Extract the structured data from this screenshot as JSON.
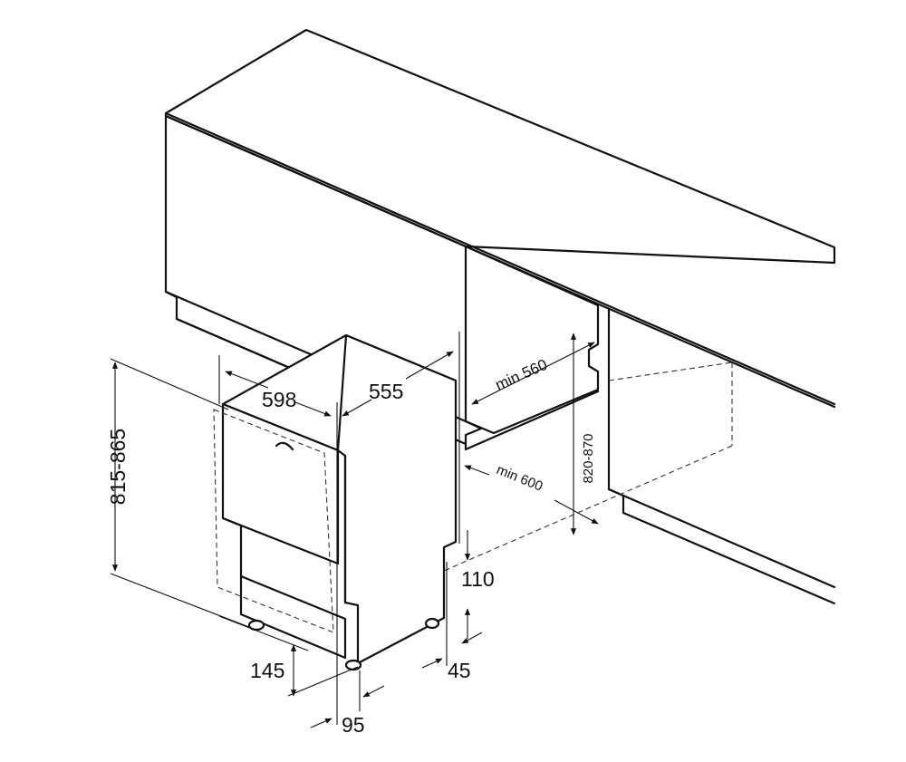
{
  "dimensions": {
    "height_range": "815-865",
    "width": "598",
    "depth": "555",
    "niche_width_min": "min 560",
    "niche_depth_min": "min 600",
    "niche_height_range": "820-870",
    "plinth_height": "110",
    "plinth_setback": "45",
    "front_foot_height": "145",
    "front_foot_offset": "95"
  },
  "colors": {
    "line": "#111111",
    "background": "#ffffff"
  }
}
